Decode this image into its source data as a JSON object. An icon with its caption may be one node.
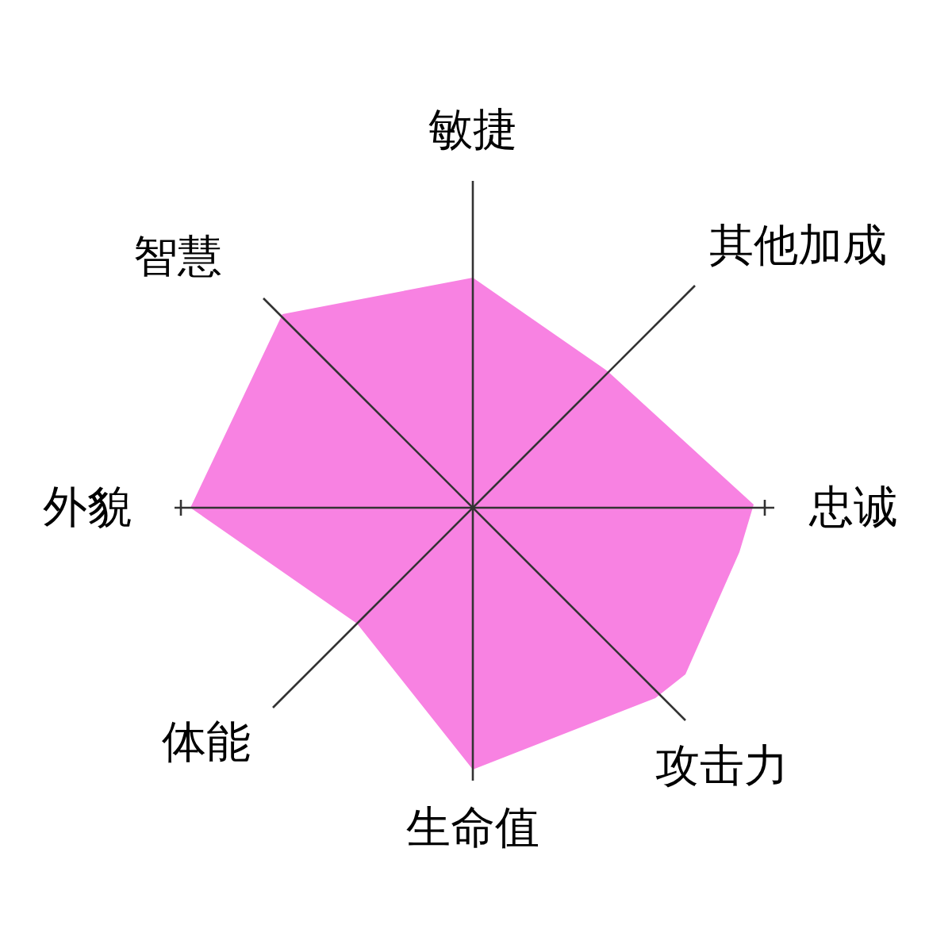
{
  "diagram": {
    "labels": [
      "敏捷",
      "智慧",
      "其他加成",
      "外貌",
      "忠诚",
      "体能",
      "攻击力",
      "生命值"
    ]
  }
}
